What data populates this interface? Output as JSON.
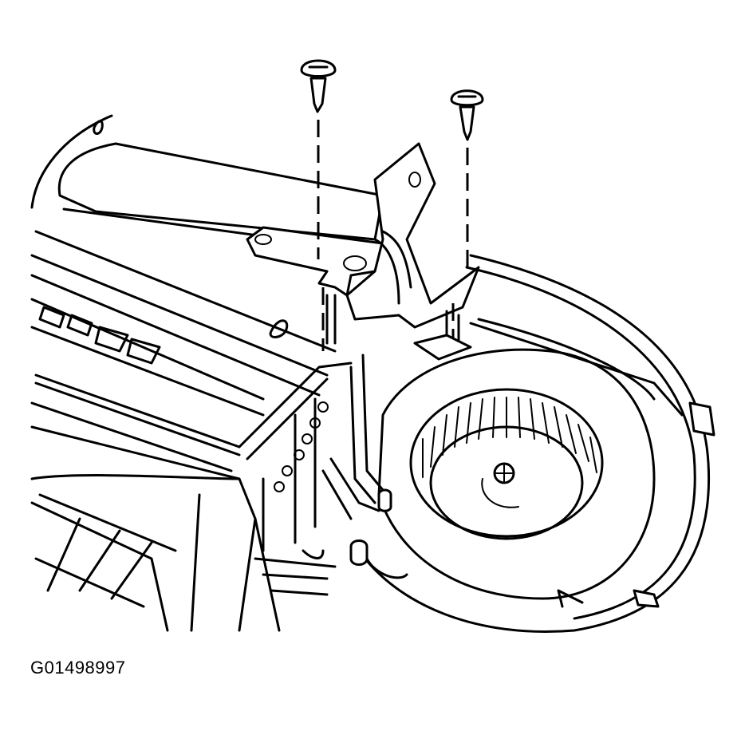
{
  "figure": {
    "code": "G01498997"
  },
  "colors": {
    "line": "#000000",
    "background": "#ffffff"
  },
  "parts": [
    "screw-left",
    "screw-right",
    "mounting-bracket",
    "blower-motor-housing",
    "blower-wheel",
    "hvac-module-case"
  ]
}
